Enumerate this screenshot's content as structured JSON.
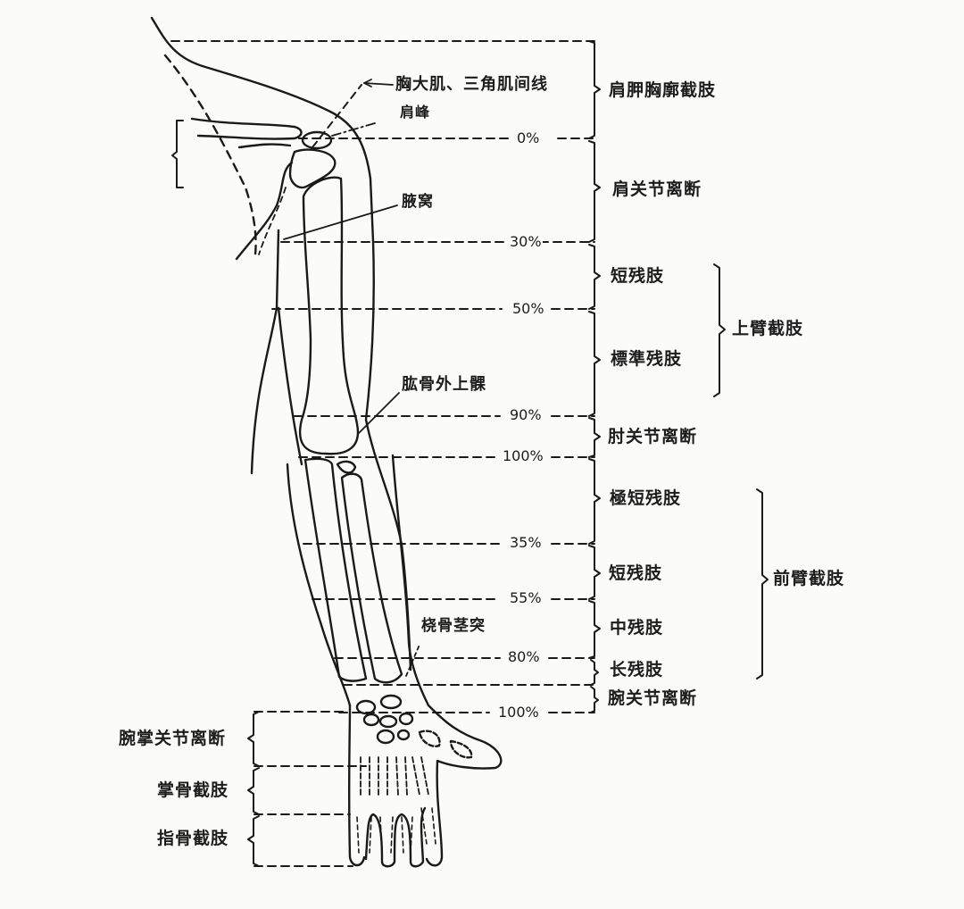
{
  "diagram": {
    "subject": "upper limb amputation levels",
    "colors": {
      "ink": "#1a1a1a",
      "paper": "#fbfbfa"
    },
    "anatomy_labels": {
      "deltopectoral_line": "胸大肌、三角肌间线",
      "acromion": "肩峰",
      "axilla": "腋窝",
      "lateral_epicondyle": "肱骨外上髁",
      "radial_styloid": "桡骨茎突"
    },
    "percent_markers": {
      "humerus": [
        "0%",
        "30%",
        "50%",
        "90%",
        "100%"
      ],
      "forearm": [
        "35%",
        "55%",
        "80%",
        "100%"
      ]
    },
    "level_labels": {
      "forequarter": "肩胛胸廓截肢",
      "shoulder_disarticulation": "肩关节离断",
      "upper_arm_short": "短残肢",
      "upper_arm_standard": "標準残肢",
      "elbow_disarticulation": "肘关节离断",
      "forearm_very_short": "極短残肢",
      "forearm_short": "短残肢",
      "forearm_medium": "中残肢",
      "forearm_long": "长残肢",
      "wrist_disarticulation": "腕关节离断"
    },
    "group_labels": {
      "upper_arm": "上臂截肢",
      "forearm": "前臂截肢"
    },
    "hand_labels": {
      "carpometacarpal": "腕掌关节离断",
      "metacarpal": "掌骨截肢",
      "phalangeal": "指骨截肢"
    }
  }
}
